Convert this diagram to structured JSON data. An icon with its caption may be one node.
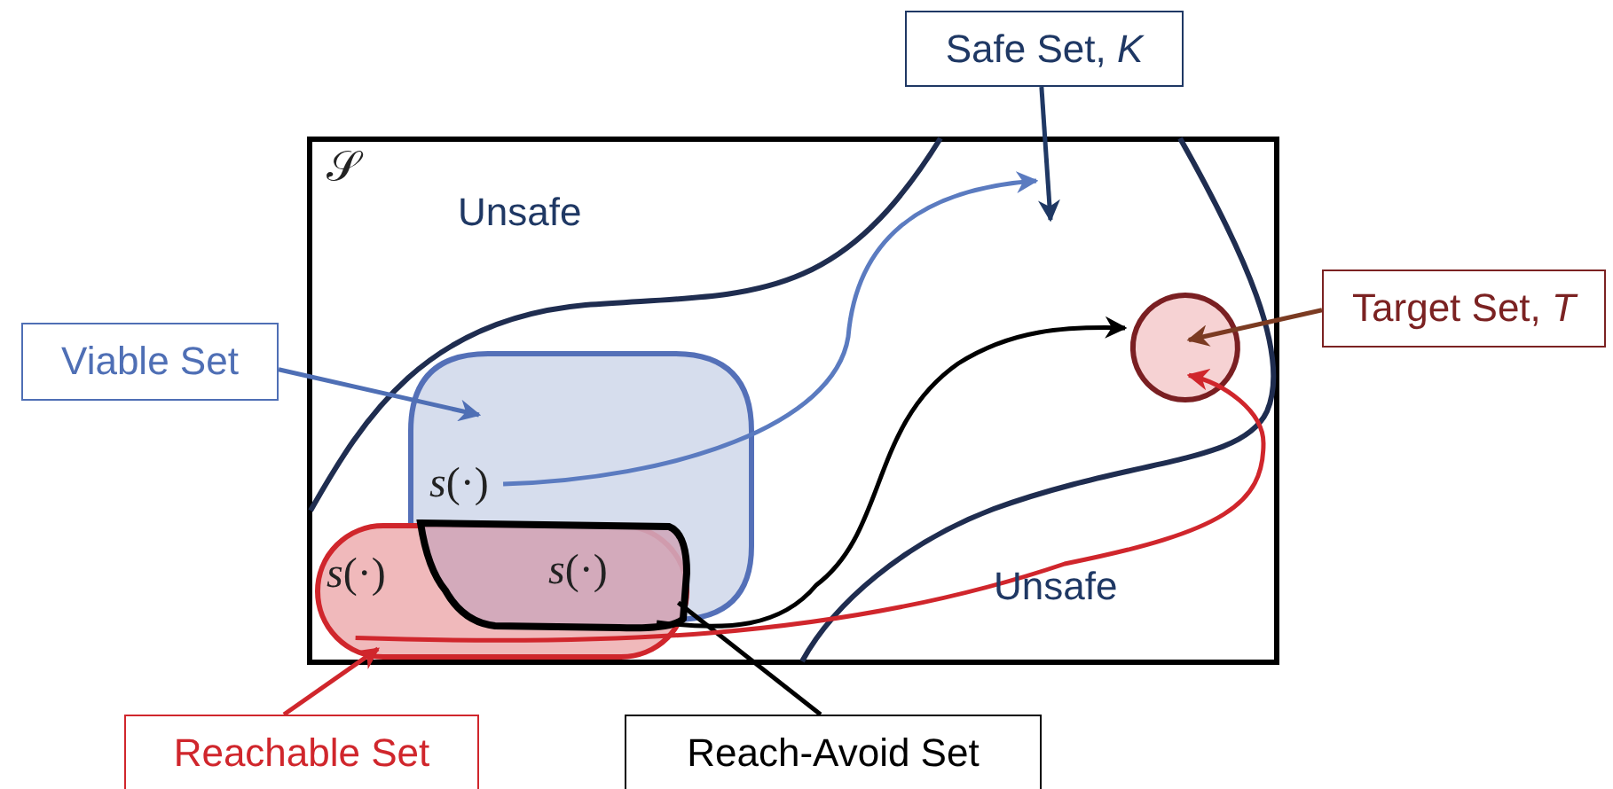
{
  "diagram": {
    "nodes": [
      {
        "text": [
          "Safe Set, *K*"
        ]
      },
      {
        "text": [
          "𝒮"
        ]
      },
      {
        "text": [
          "Viable Set"
        ]
      },
      {
        "text": [
          "Target Set, *T*"
        ]
      },
      {
        "text": [
          "*s*(·)"
        ],
        "in": 1
      },
      {
        "text": [],
        "shape": "circle",
        "in": 1
      },
      {
        "text": [
          "*s*(·)"
        ],
        "in": 7
      },
      {
        "text": [
          "*s*(·)"
        ],
        "in": 1
      },
      {
        "text": [
          "Reachable Set"
        ]
      },
      {
        "text": [
          "Reach-Avoid Set"
        ]
      }
    ],
    "edges": [
      {
        "from": 0,
        "to": null,
        "arrow": "to",
        "color": "#1f3864"
      },
      {
        "from": 2,
        "to": 4,
        "arrow": "to",
        "color": "#4f6fb5"
      },
      {
        "from": 3,
        "to": 5,
        "arrow": "to",
        "color": "#7b3b22"
      },
      {
        "from": 8,
        "to": 7,
        "arrow": "to",
        "color": "#d0262c"
      },
      {
        "from": 9,
        "to": 6,
        "arrow": "none",
        "color": "#000000"
      },
      {
        "from": 4,
        "to": null,
        "arrow": "to",
        "color": "#5b7bc0"
      },
      {
        "from": 6,
        "to": 5,
        "arrow": "to",
        "color": "#000000"
      },
      {
        "from": 7,
        "to": 5,
        "arrow": "to",
        "color": "#d0262c"
      }
    ],
    "labels": [
      "Unsafe",
      "Unsafe"
    ]
  }
}
